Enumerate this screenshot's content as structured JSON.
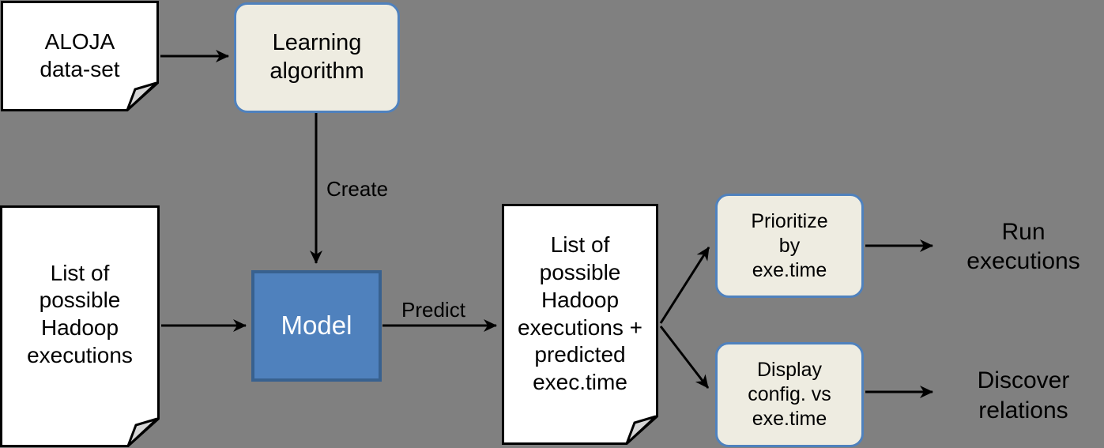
{
  "canvas": {
    "bg": "#808080"
  },
  "colors": {
    "canvas_bg": "#808080",
    "doc_fill": "#ffffff",
    "doc_border": "#000000",
    "fold_fill": "#d6d6d6",
    "rounded_fill": "#eeece1",
    "rounded_border": "#4f81bd",
    "model_fill": "#4f81bd",
    "model_border": "#38618f",
    "model_text": "#ffffff",
    "arrow_color": "#000000",
    "text_color": "#000000"
  },
  "nodes": {
    "aloja": {
      "label": "ALOJA\ndata-set",
      "shape": "document"
    },
    "learning": {
      "label": "Learning\nalgorithm",
      "shape": "rounded"
    },
    "hadoop_list": {
      "label": "List of\npossible\nHadoop\nexecutions",
      "shape": "document"
    },
    "model": {
      "label": "Model",
      "shape": "rectangle"
    },
    "predicted_list": {
      "label": "List of\npossible\nHadoop\nexecutions +\npredicted\nexec.time",
      "shape": "document"
    },
    "prioritize": {
      "label": "Prioritize\nby\nexe.time",
      "shape": "rounded"
    },
    "display": {
      "label": "Display\nconfig. vs\nexe.time",
      "shape": "rounded"
    },
    "run_executions": {
      "label": "Run\nexecutions",
      "shape": "text"
    },
    "discover_relations": {
      "label": "Discover\nrelations",
      "shape": "text"
    }
  },
  "edges": [
    {
      "from": "aloja",
      "to": "learning",
      "label": ""
    },
    {
      "from": "learning",
      "to": "model",
      "label": "Create"
    },
    {
      "from": "hadoop_list",
      "to": "model",
      "label": ""
    },
    {
      "from": "model",
      "to": "predicted_list",
      "label": "Predict"
    },
    {
      "from": "predicted_list",
      "to": "prioritize",
      "label": ""
    },
    {
      "from": "predicted_list",
      "to": "display",
      "label": ""
    },
    {
      "from": "prioritize",
      "to": "run_executions",
      "label": ""
    },
    {
      "from": "display",
      "to": "discover_relations",
      "label": ""
    }
  ]
}
